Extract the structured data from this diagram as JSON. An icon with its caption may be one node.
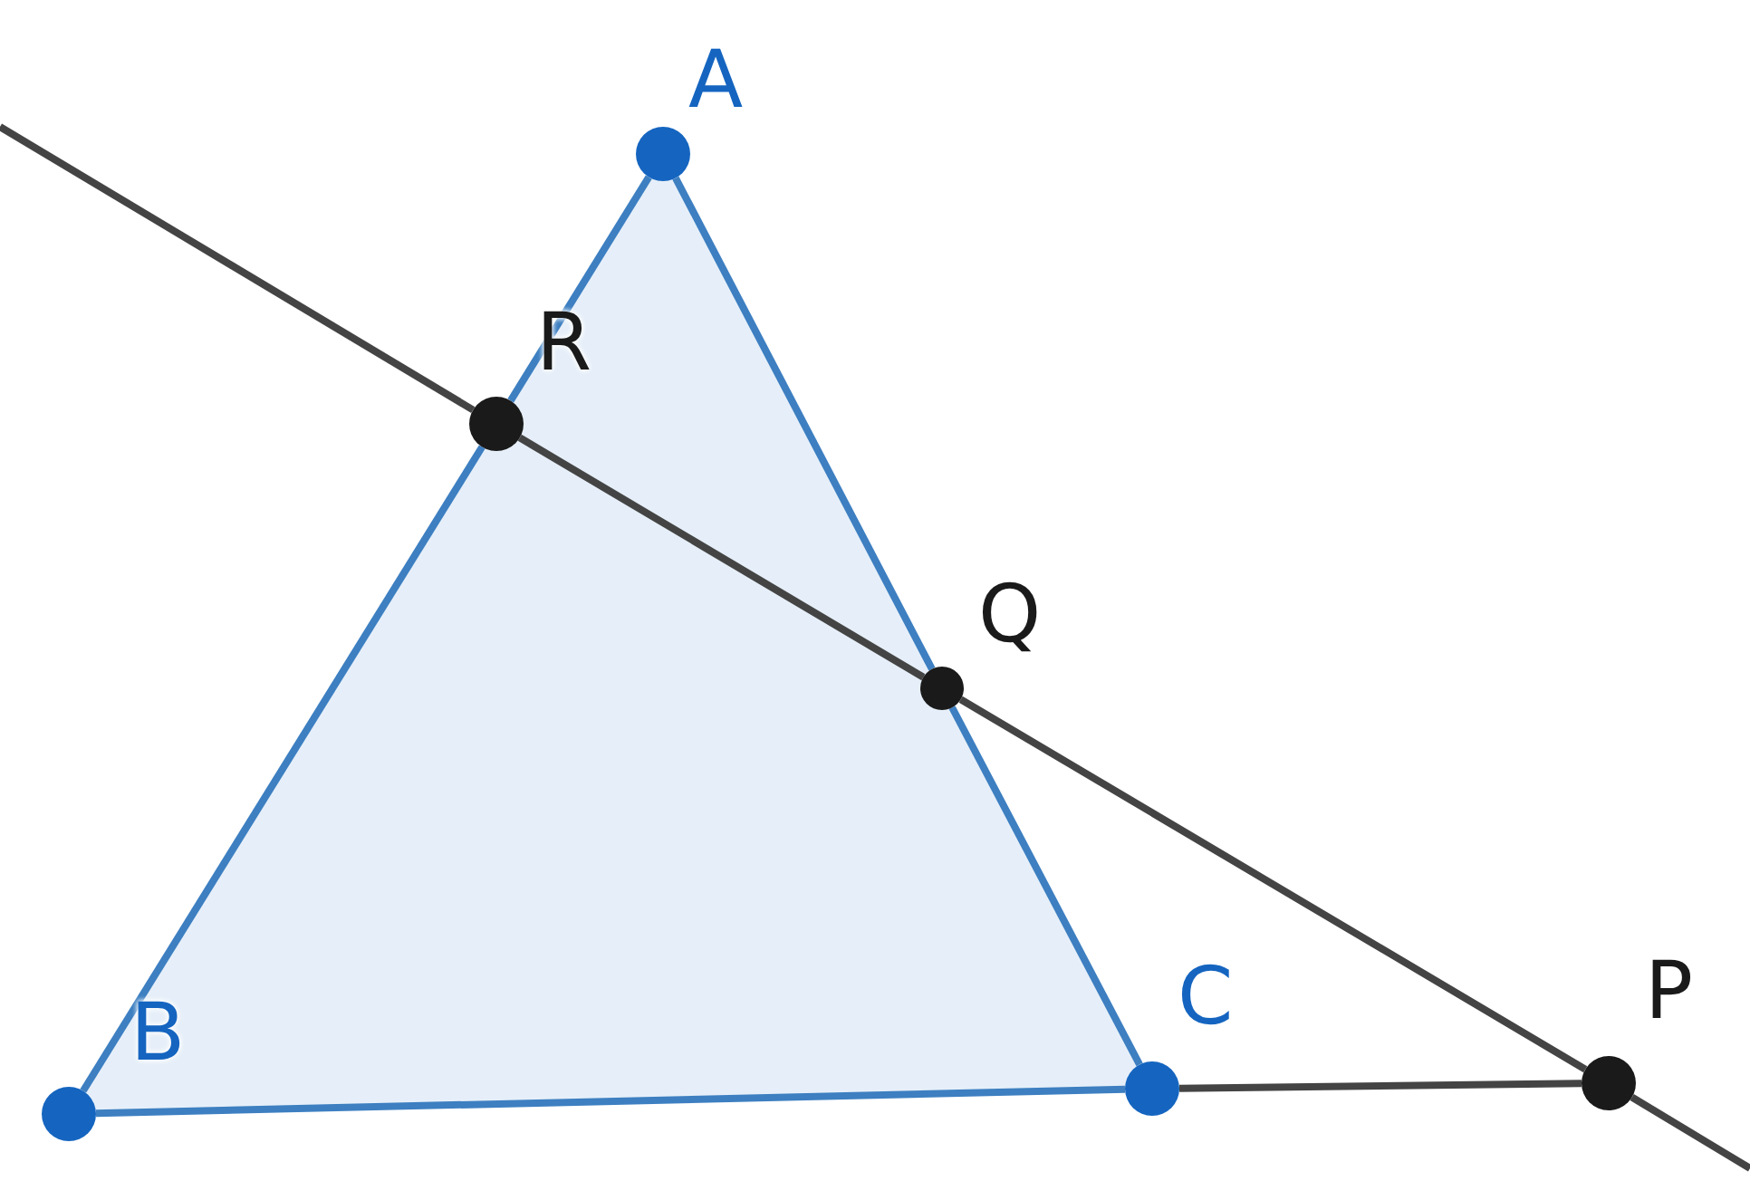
{
  "diagram": {
    "nodes": [
      {
        "text": [
          "A"
        ]
      },
      {
        "text": [
          "R"
        ]
      },
      {
        "text": [
          "Q"
        ]
      },
      {
        "text": [
          "B"
        ]
      },
      {
        "text": [
          "C"
        ]
      },
      {
        "text": [
          "P"
        ]
      }
    ],
    "edges": [
      {
        "from": 0,
        "to": 1,
        "arrow": "none"
      },
      {
        "from": 1,
        "to": 3,
        "arrow": "none"
      },
      {
        "from": 3,
        "to": 4,
        "arrow": "none"
      },
      {
        "from": 4,
        "to": 2,
        "arrow": "none"
      },
      {
        "from": 2,
        "to": 0,
        "arrow": "none"
      },
      {
        "from": 4,
        "to": 5,
        "arrow": "none",
        "color": "#444444"
      },
      {
        "from": null,
        "to": 1,
        "arrow": "none",
        "color": "#444444"
      },
      {
        "from": 1,
        "to": 2,
        "arrow": "none",
        "color": "#444444"
      },
      {
        "from": 2,
        "to": 5,
        "arrow": "none",
        "color": "#444444"
      },
      {
        "from": 5,
        "to": null,
        "arrow": "none",
        "color": "#444444"
      }
    ]
  }
}
